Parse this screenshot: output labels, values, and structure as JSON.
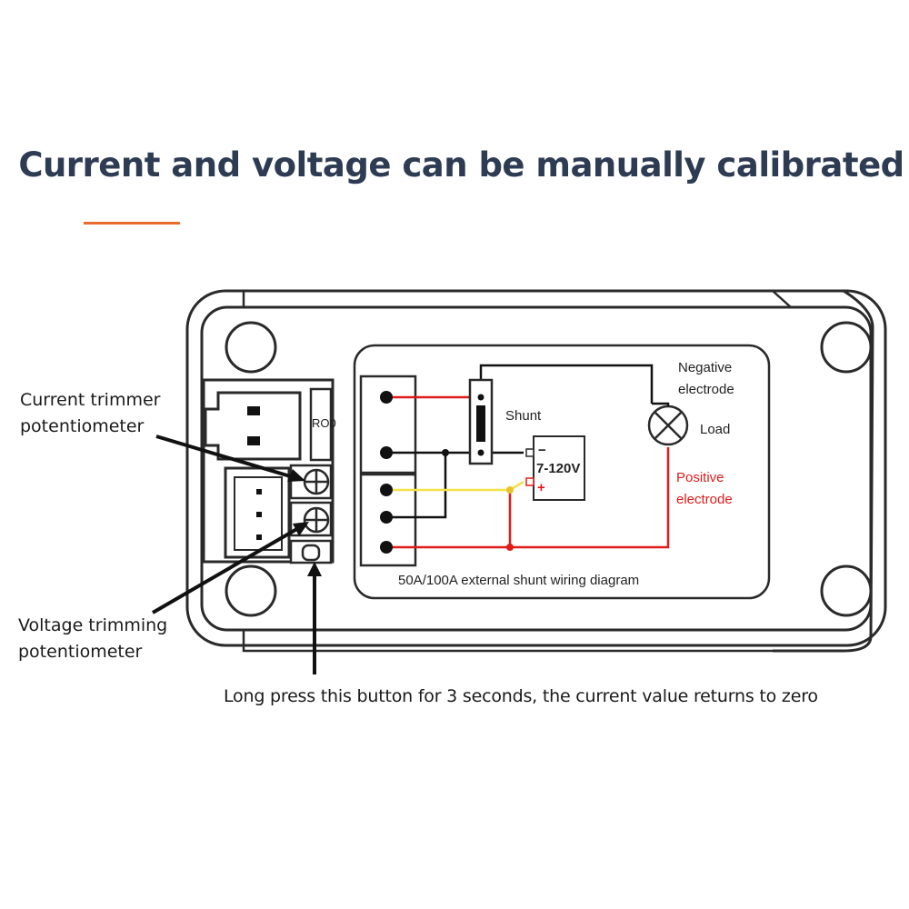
{
  "title": "Current and voltage can be manually calibrated",
  "colors": {
    "title": "#2d3b53",
    "accent_line": "#e96a2a",
    "wire_red": "#e01b1b",
    "wire_yellow": "#f3e24a",
    "wire_black": "#111111",
    "positive_label": "#e01b1b"
  },
  "callouts": {
    "current_trimmer": [
      "Current trimmer",
      "potentiometer"
    ],
    "voltage_trimmer": [
      "Voltage trimming",
      "potentiometer"
    ],
    "zero_button": "Long press this button for 3 seconds, the current value returns to zero"
  },
  "device": {
    "connector_label": "RO0"
  },
  "wiring": {
    "caption": "50A/100A external shunt wiring diagram",
    "shunt": "Shunt",
    "negative": [
      "Negative",
      "electrode"
    ],
    "load": "Load",
    "positive": [
      "Positive",
      "electrode"
    ],
    "battery_voltage": "7-120V",
    "battery_minus": "−",
    "battery_plus": "+"
  }
}
